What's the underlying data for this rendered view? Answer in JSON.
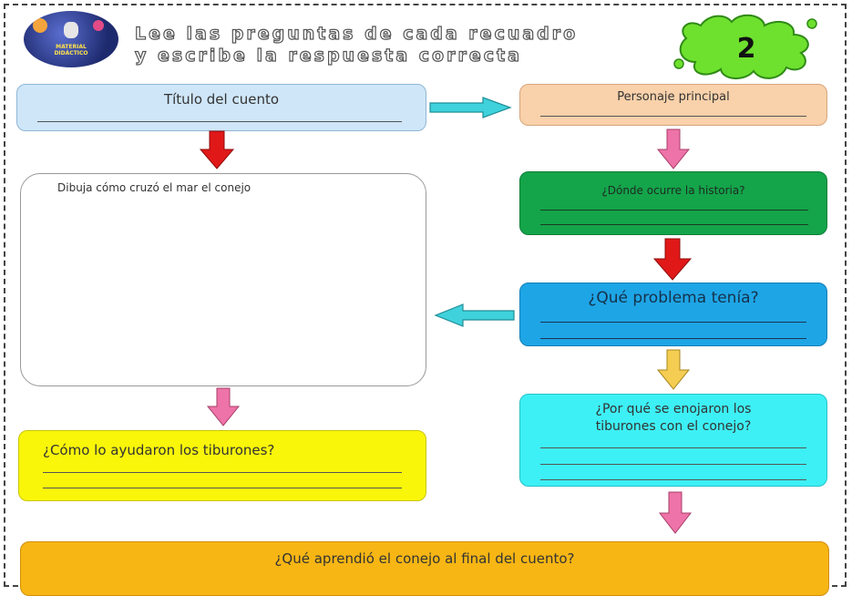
{
  "header": {
    "logo_text_line1": "MATERIAL",
    "logo_text_line2": "DIDÁCTICO",
    "instruction_line1": "Lee las preguntas de cada recuadro",
    "instruction_line2": "y escribe la respuesta correcta",
    "page_number": "2"
  },
  "boxes": {
    "titulo": "Título del cuento",
    "personaje": "Personaje principal",
    "dibuja": "Dibuja cómo cruzó el mar el conejo",
    "donde": "¿Dónde ocurre la historia?",
    "problema": "¿Qué problema tenía?",
    "por_que_1": "¿Por qué se enojaron los",
    "por_que_2": "tiburones con el conejo?",
    "ayudaron": "¿Cómo lo ayudaron los tiburones?",
    "aprendio": "¿Qué aprendió el conejo al final del cuento?"
  },
  "colors": {
    "blue_light": "#cfe6f8",
    "peach": "#f9d1aa",
    "green": "#14a44a",
    "blue": "#1ea5e6",
    "cyan": "#3df0f5",
    "yellow": "#f9f60a",
    "orange": "#f7b614",
    "arrow_red": "#e01818",
    "arrow_pink": "#ee73a8",
    "arrow_yellow": "#f5cd52",
    "arrow_cyan": "#3fd2dc",
    "splat_green": "#6ee02e"
  }
}
